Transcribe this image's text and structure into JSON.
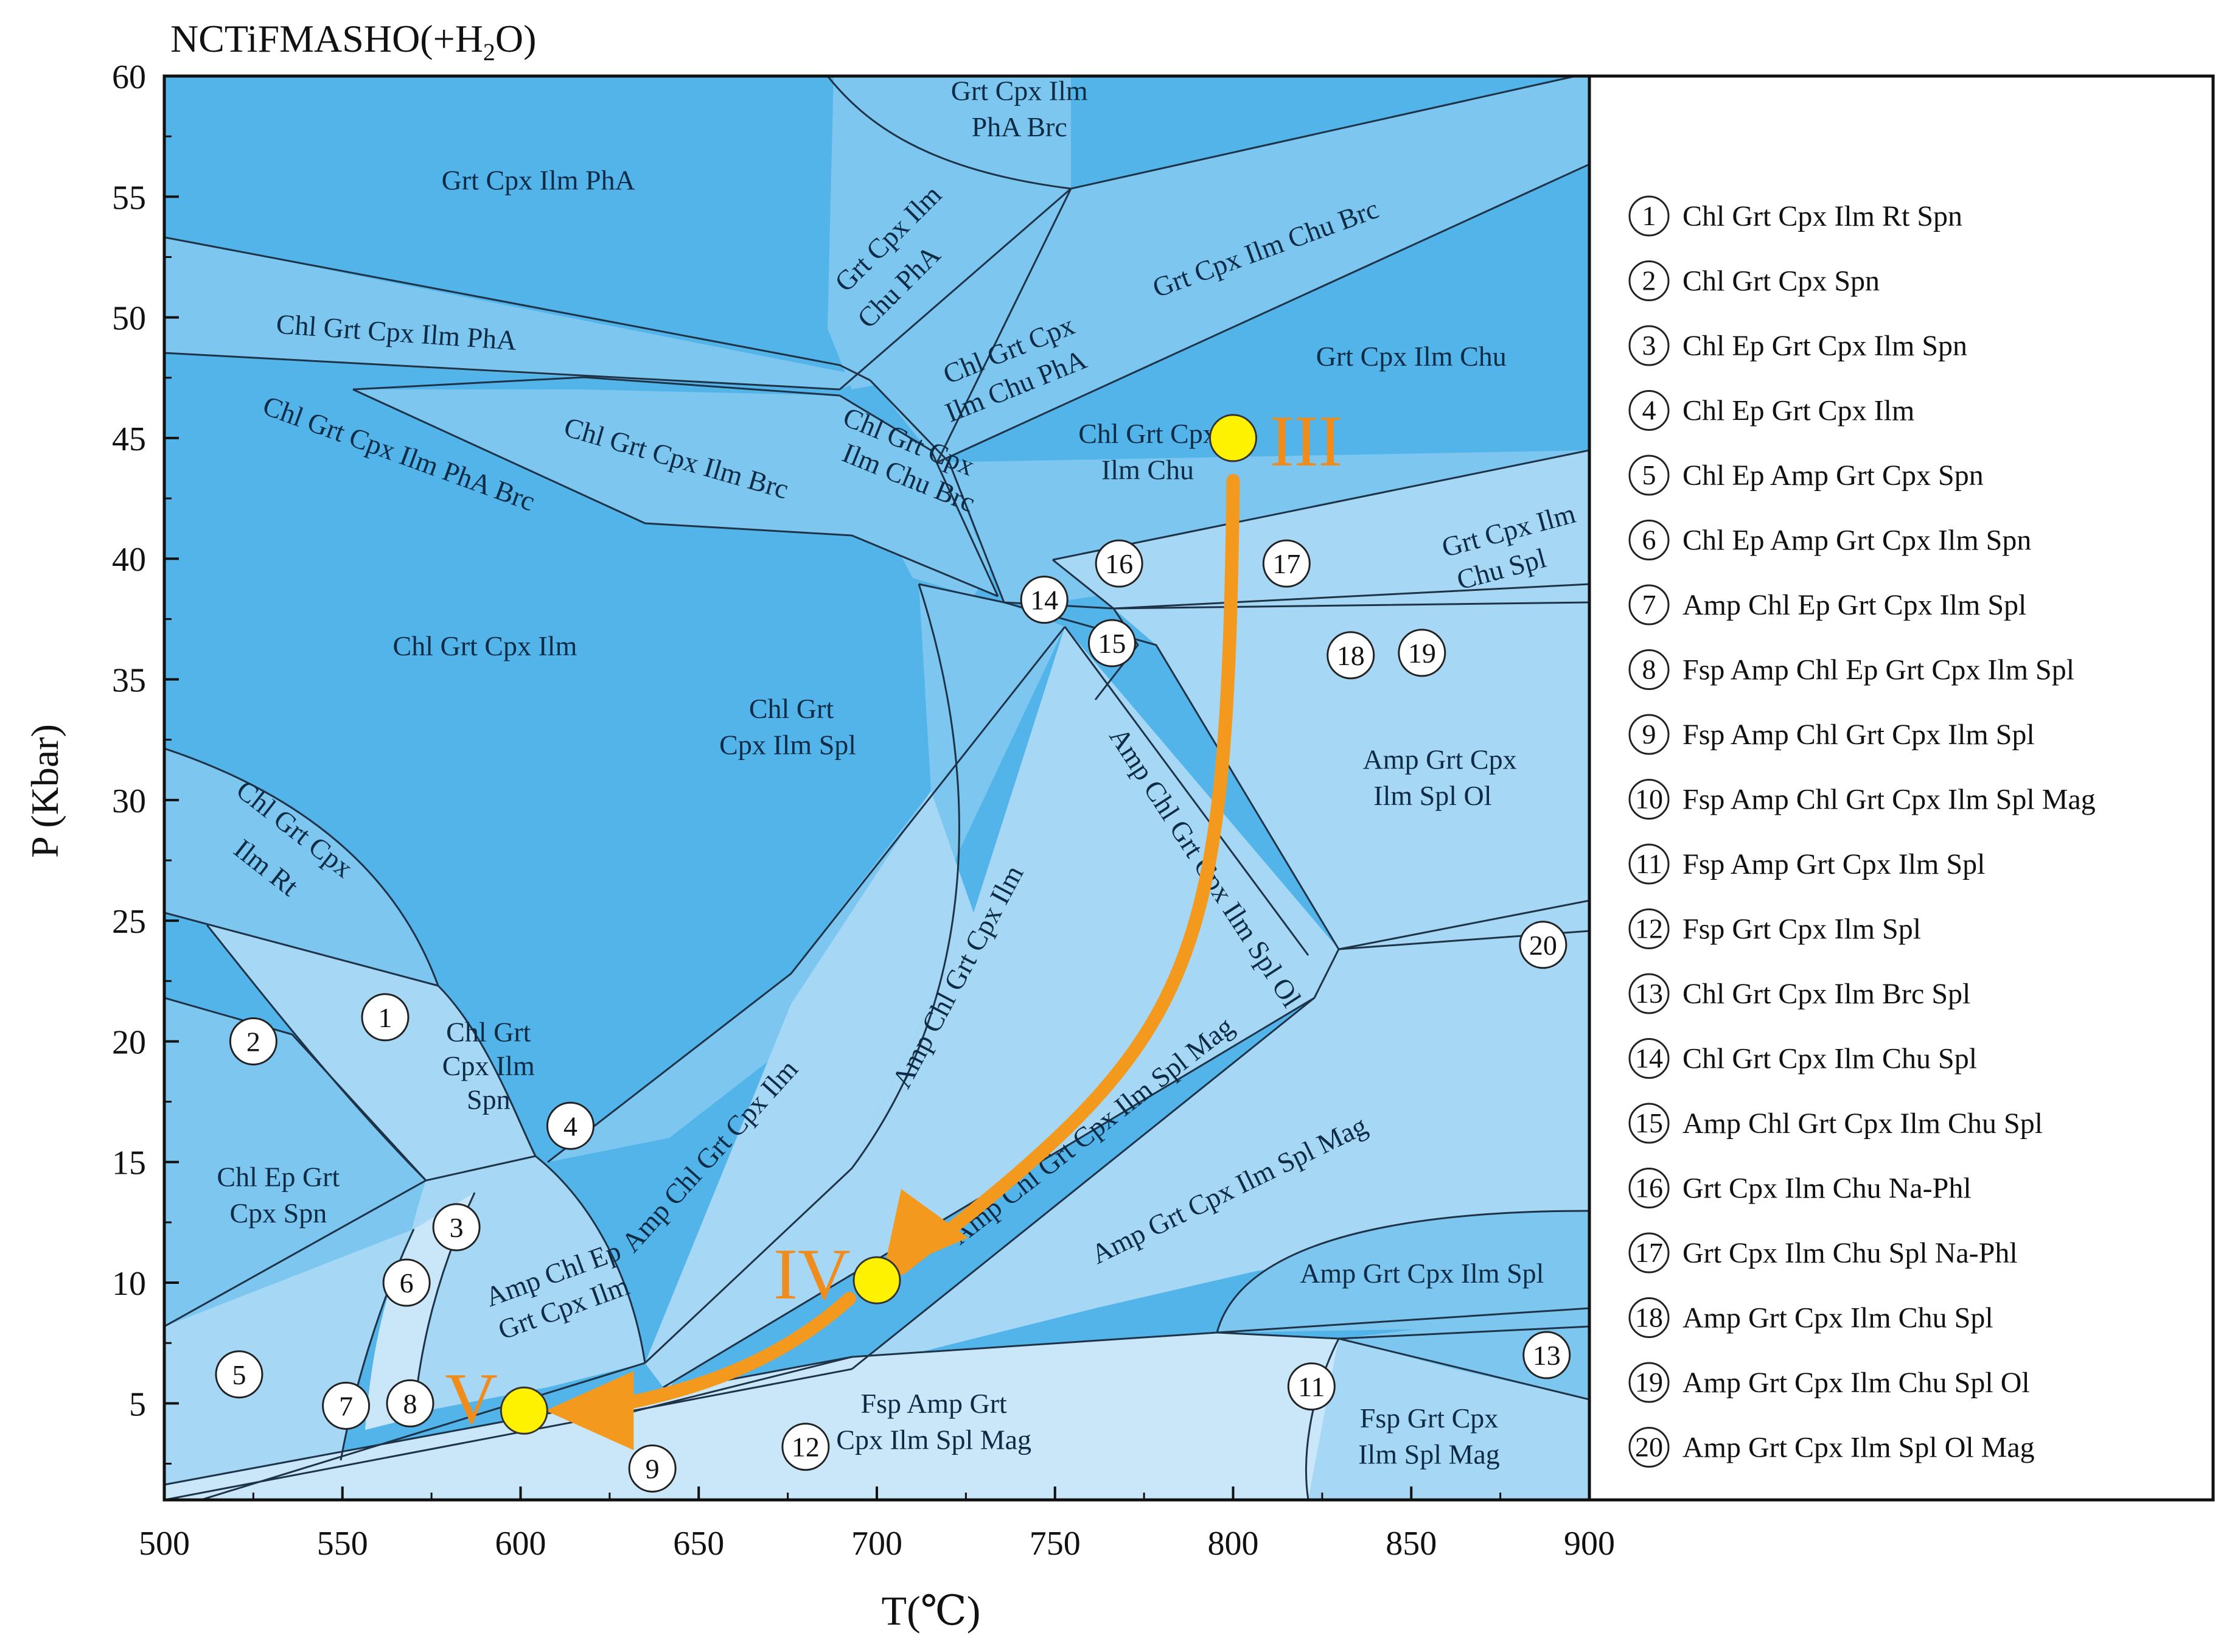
{
  "title": "NCTiFMASHO(+H2O)",
  "title_parts": {
    "main": "NCTiFMASHO(+H",
    "sub": "2",
    "tail": "O)"
  },
  "colors": {
    "field_dark": "#53b4ea",
    "field_mid": "#7cc6ef",
    "field_light": "#a6d7f4",
    "field_pale": "#c9e7f9",
    "path": "#f39a1e",
    "marker": "#fff200",
    "roman": "#f08c1c"
  },
  "chart_data": {
    "type": "phase-diagram",
    "title": "NCTiFMASHO(+H2O)",
    "xlabel": "T(℃)",
    "ylabel": "P (Kbar)",
    "xlim": [
      500,
      900
    ],
    "ylim": [
      1,
      60
    ],
    "x_ticks": [
      500,
      550,
      600,
      650,
      700,
      750,
      800,
      850,
      900
    ],
    "y_ticks": [
      5,
      10,
      15,
      20,
      25,
      30,
      35,
      40,
      45,
      50,
      55,
      60
    ],
    "field_labels": [
      {
        "text": "Grt Cpx Ilm PhA",
        "x": 605,
        "y": 55.3
      },
      {
        "text": "Grt Cpx Ilm",
        "x": 740,
        "y": 59.0
      },
      {
        "text": "PhA Brc",
        "x": 740,
        "y": 57.5
      },
      {
        "text": "Grt Cpx Ilm",
        "x": 705,
        "y": 53.0,
        "rot": -45
      },
      {
        "text": "Chu PhA",
        "x": 708,
        "y": 51.0,
        "rot": -45
      },
      {
        "text": "Grt Cpx Ilm Chu Brc",
        "x": 810,
        "y": 52.5,
        "rot": -20
      },
      {
        "text": "Chl Grt Cpx Ilm PhA",
        "x": 565,
        "y": 49.0,
        "rot": 4
      },
      {
        "text": "Grt Cpx Ilm Chu",
        "x": 850,
        "y": 48.0
      },
      {
        "text": "Chl Grt Cpx",
        "x": 738,
        "y": 48.3,
        "rot": -22
      },
      {
        "text": "Ilm Chu PhA",
        "x": 740,
        "y": 46.8,
        "rot": -22
      },
      {
        "text": "Chl Grt Cpx Ilm PhA Brc",
        "x": 565,
        "y": 44.0,
        "rot": 20
      },
      {
        "text": "Chl Grt Cpx Ilm Brc",
        "x": 643,
        "y": 43.8,
        "rot": 16
      },
      {
        "text": "Chl Grt Cpx",
        "x": 708,
        "y": 44.5,
        "rot": 22
      },
      {
        "text": "Ilm Chu Brc",
        "x": 708,
        "y": 43.0,
        "rot": 22
      },
      {
        "text": "Chl Grt Cpx",
        "x": 776,
        "y": 44.8
      },
      {
        "text": "Ilm Chu",
        "x": 776,
        "y": 43.3
      },
      {
        "text": "Grt Cpx Ilm",
        "x": 878,
        "y": 40.8,
        "rot": -15
      },
      {
        "text": "Chu Spl",
        "x": 876,
        "y": 39.2,
        "rot": -15
      },
      {
        "text": "Chl Grt Cpx Ilm",
        "x": 590,
        "y": 36.0
      },
      {
        "text": "Chl Grt",
        "x": 676,
        "y": 33.4
      },
      {
        "text": "Cpx Ilm Spl",
        "x": 675,
        "y": 31.9
      },
      {
        "text": "Amp Grt Cpx",
        "x": 858,
        "y": 31.3
      },
      {
        "text": "Ilm Spl Ol",
        "x": 856,
        "y": 29.8
      },
      {
        "text": "Amp Chl Grt Cpx Ilm Spl Ol",
        "x": 790,
        "y": 27.0,
        "rot": 57
      },
      {
        "text": "Amp Chl Grt Cpx Ilm",
        "x": 725,
        "y": 22.5,
        "rot": -62
      },
      {
        "text": "Chl Grt Cpx",
        "x": 535,
        "y": 28.5,
        "rot": 38
      },
      {
        "text": "Ilm Rt",
        "x": 527,
        "y": 26.9,
        "rot": 38
      },
      {
        "text": "Chl Grt",
        "x": 591,
        "y": 20.0
      },
      {
        "text": "Cpx Ilm",
        "x": 591,
        "y": 18.6
      },
      {
        "text": "Spn",
        "x": 591,
        "y": 17.2
      },
      {
        "text": "Amp Chl Grt Cpx Ilm",
        "x": 655,
        "y": 15.0,
        "rot": -48
      },
      {
        "text": "Amp Chl Grt Cpx Ilm Spl Mag",
        "x": 762,
        "y": 16.0,
        "rot": -38
      },
      {
        "text": "Amp Grt Cpx Ilm Spl Mag",
        "x": 800,
        "y": 13.5,
        "rot": -26
      },
      {
        "text": "Chl Ep Grt",
        "x": 532,
        "y": 14.0
      },
      {
        "text": "Cpx Spn",
        "x": 532,
        "y": 12.5
      },
      {
        "text": "Amp Chl Ep",
        "x": 610,
        "y": 10.0,
        "rot": -20
      },
      {
        "text": "Grt Cpx Ilm",
        "x": 613,
        "y": 8.6,
        "rot": -20
      },
      {
        "text": "Amp Grt Cpx Ilm Spl",
        "x": 853,
        "y": 10.0
      },
      {
        "text": "Fsp Amp Grt",
        "x": 716,
        "y": 4.6
      },
      {
        "text": "Cpx Ilm Spl Mag",
        "x": 716,
        "y": 3.1
      },
      {
        "text": "Fsp Grt Cpx",
        "x": 855,
        "y": 4.0
      },
      {
        "text": "Ilm Spl Mag",
        "x": 855,
        "y": 2.5
      }
    ],
    "numbered_fields": [
      {
        "n": "1",
        "x": 562,
        "y": 21.0
      },
      {
        "n": "2",
        "x": 525,
        "y": 20.0
      },
      {
        "n": "3",
        "x": 582,
        "y": 12.3
      },
      {
        "n": "4",
        "x": 614,
        "y": 16.5
      },
      {
        "n": "5",
        "x": 521,
        "y": 6.2
      },
      {
        "n": "6",
        "x": 568,
        "y": 10.0
      },
      {
        "n": "7",
        "x": 551,
        "y": 4.9
      },
      {
        "n": "8",
        "x": 569,
        "y": 5.0
      },
      {
        "n": "9",
        "x": 637,
        "y": 2.3
      },
      {
        "n": "11",
        "x": 822,
        "y": 5.7
      },
      {
        "n": "12",
        "x": 680,
        "y": 3.2
      },
      {
        "n": "13",
        "x": 888,
        "y": 7.0
      },
      {
        "n": "14",
        "x": 747,
        "y": 38.3
      },
      {
        "n": "15",
        "x": 766,
        "y": 36.5
      },
      {
        "n": "16",
        "x": 768,
        "y": 39.8
      },
      {
        "n": "17",
        "x": 815,
        "y": 39.8
      },
      {
        "n": "18",
        "x": 833,
        "y": 36.0
      },
      {
        "n": "19",
        "x": 853,
        "y": 36.1
      },
      {
        "n": "20",
        "x": 887,
        "y": 24.0
      }
    ],
    "pt_path": {
      "points": [
        {
          "label": "III",
          "x": 800,
          "y": 45.0
        },
        {
          "label": "IV",
          "x": 700,
          "y": 10.1
        },
        {
          "label": "V",
          "x": 601,
          "y": 4.7
        }
      ]
    }
  },
  "legend": {
    "items": [
      {
        "n": "1",
        "text": "Chl Grt Cpx Ilm Rt Spn"
      },
      {
        "n": "2",
        "text": "Chl Grt Cpx Spn"
      },
      {
        "n": "3",
        "text": "Chl Ep Grt Cpx Ilm Spn"
      },
      {
        "n": "4",
        "text": "Chl Ep Grt Cpx Ilm"
      },
      {
        "n": "5",
        "text": "Chl Ep Amp Grt Cpx Spn"
      },
      {
        "n": "6",
        "text": "Chl Ep Amp Grt Cpx Ilm Spn"
      },
      {
        "n": "7",
        "text": "Amp Chl Ep Grt Cpx Ilm Spl"
      },
      {
        "n": "8",
        "text": "Fsp Amp Chl Ep Grt Cpx Ilm Spl"
      },
      {
        "n": "9",
        "text": "Fsp Amp Chl Grt Cpx Ilm Spl"
      },
      {
        "n": "10",
        "text": "Fsp Amp Chl Grt Cpx Ilm Spl Mag"
      },
      {
        "n": "11",
        "text": "Fsp Amp Grt Cpx Ilm Spl"
      },
      {
        "n": "12",
        "text": "Fsp Grt Cpx Ilm Spl"
      },
      {
        "n": "13",
        "text": "Chl Grt Cpx Ilm Brc Spl"
      },
      {
        "n": "14",
        "text": "Chl Grt Cpx Ilm Chu Spl"
      },
      {
        "n": "15",
        "text": "Amp Chl Grt Cpx Ilm Chu Spl"
      },
      {
        "n": "16",
        "text": "Grt Cpx Ilm Chu Na-Phl"
      },
      {
        "n": "17",
        "text": "Grt Cpx Ilm Chu Spl Na-Phl"
      },
      {
        "n": "18",
        "text": "Amp Grt Cpx Ilm Chu Spl"
      },
      {
        "n": "19",
        "text": "Amp Grt Cpx Ilm Chu Spl Ol"
      },
      {
        "n": "20",
        "text": "Amp Grt Cpx Ilm Spl Ol Mag"
      }
    ]
  }
}
